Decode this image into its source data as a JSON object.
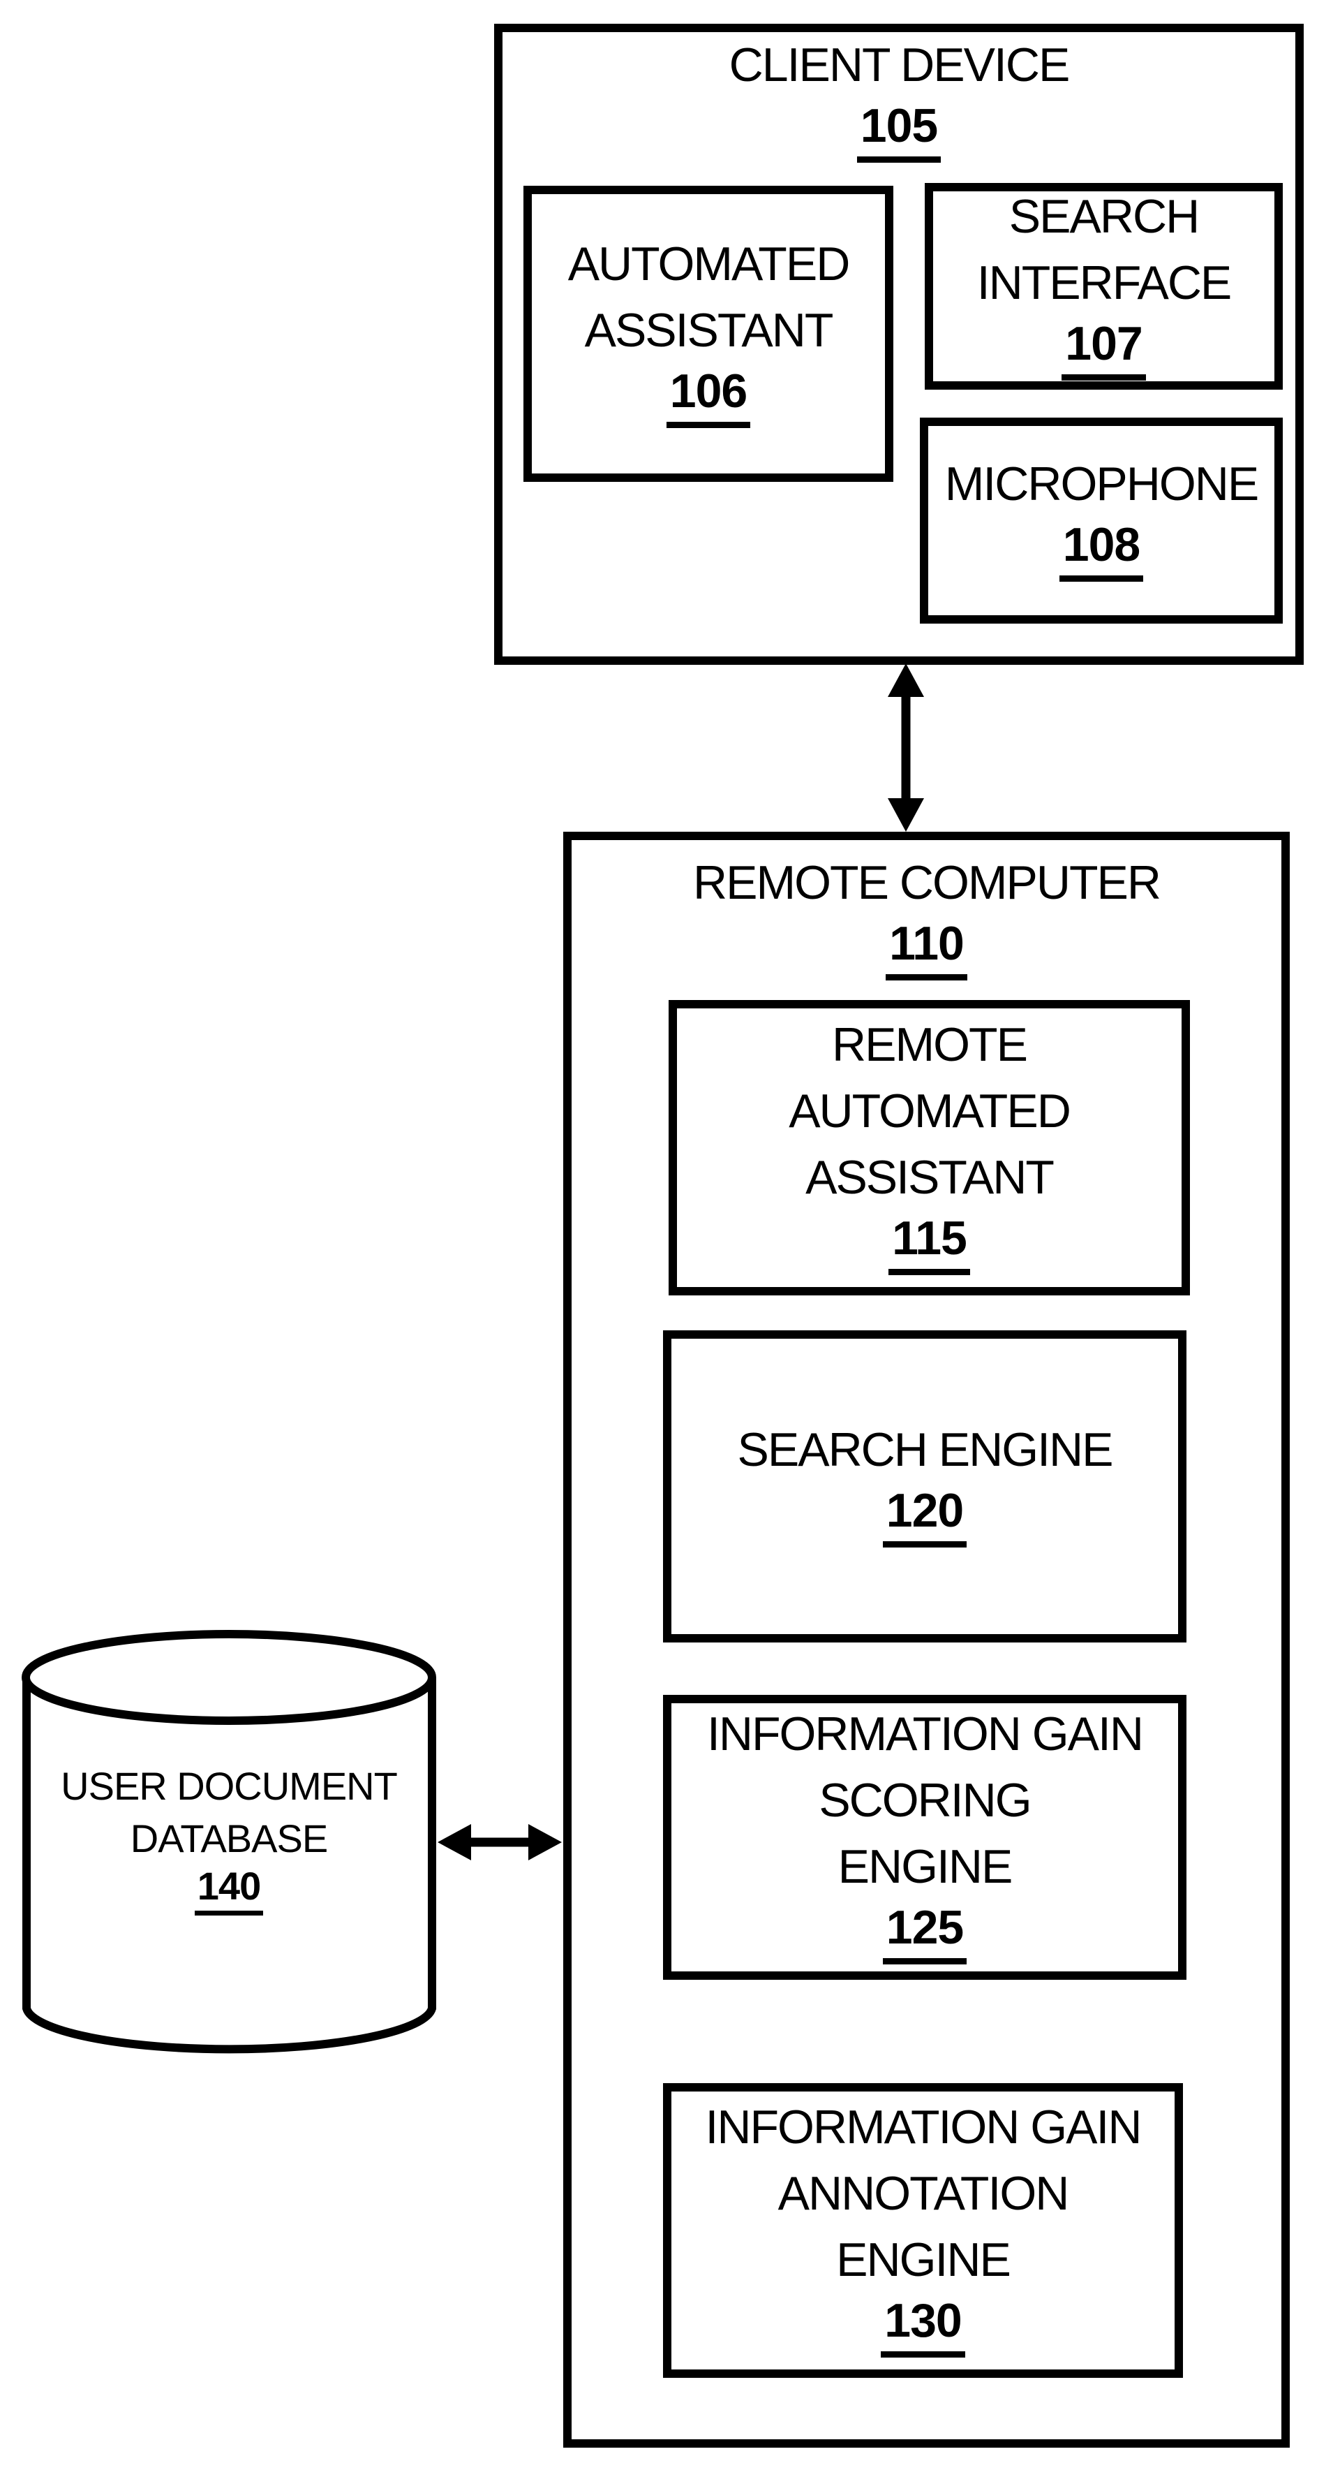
{
  "figure": {
    "colors": {
      "ink": "#000000",
      "background": "#ffffff"
    },
    "nodes": {
      "client_device": {
        "lines": [
          "CLIENT DEVICE"
        ],
        "ref": "105"
      },
      "automated_assistant": {
        "lines": [
          "AUTOMATED",
          "ASSISTANT"
        ],
        "ref": "106"
      },
      "search_interface": {
        "lines": [
          "SEARCH",
          "INTERFACE"
        ],
        "ref": "107"
      },
      "microphone": {
        "lines": [
          "MICROPHONE"
        ],
        "ref": "108"
      },
      "remote_computer": {
        "lines": [
          "REMOTE COMPUTER"
        ],
        "ref": "110"
      },
      "remote_automated_assistant": {
        "lines": [
          "REMOTE",
          "AUTOMATED",
          "ASSISTANT"
        ],
        "ref": "115"
      },
      "search_engine": {
        "lines": [
          "SEARCH ENGINE"
        ],
        "ref": "120"
      },
      "information_gain_scoring_engine": {
        "lines": [
          "INFORMATION GAIN",
          "SCORING",
          "ENGINE"
        ],
        "ref": "125"
      },
      "information_gain_annotation_engine": {
        "lines": [
          "INFORMATION GAIN",
          "ANNOTATION",
          "ENGINE"
        ],
        "ref": "130"
      },
      "user_document_database": {
        "lines": [
          "USER DOCUMENT",
          "DATABASE"
        ],
        "ref": "140"
      }
    }
  }
}
